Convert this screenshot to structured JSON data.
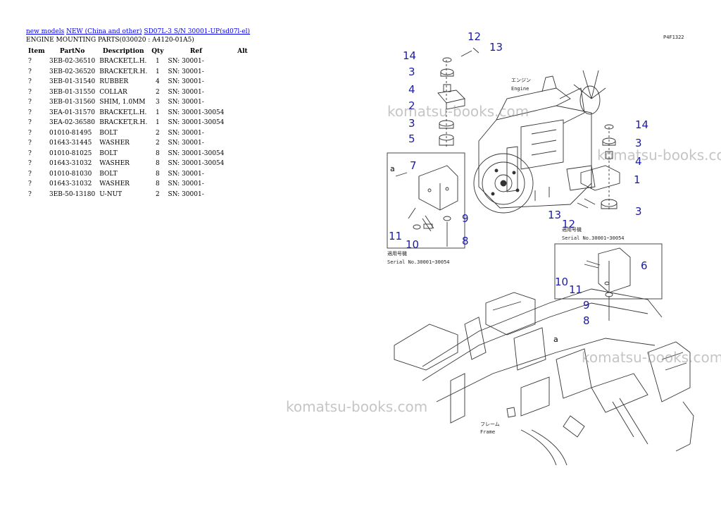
{
  "breadcrumb": {
    "link1": "new models",
    "link2": "NEW (China and other)",
    "link3": "SD07L-3 S/N 30001-UP(sd07l-el)"
  },
  "section_title": "ENGINE MOUNTING PARTS(030020 : A4120-01A5)",
  "table": {
    "headers": {
      "item": "Item",
      "partno": "PartNo",
      "description": "Description",
      "qty": "Qty",
      "ref": "Ref",
      "alt": "Alt"
    },
    "rows": [
      {
        "item": "?",
        "partno": "3EB-02-36510",
        "description": "BRACKET,L.H.",
        "qty": "1",
        "ref": "SN: 30001-",
        "alt": ""
      },
      {
        "item": "?",
        "partno": "3EB-02-36520",
        "description": "BRACKET,R.H.",
        "qty": "1",
        "ref": "SN: 30001-",
        "alt": ""
      },
      {
        "item": "?",
        "partno": "3EB-01-31540",
        "description": "RUBBER",
        "qty": "4",
        "ref": "SN: 30001-",
        "alt": ""
      },
      {
        "item": "?",
        "partno": "3EB-01-31550",
        "description": "COLLAR",
        "qty": "2",
        "ref": "SN: 30001-",
        "alt": ""
      },
      {
        "item": "?",
        "partno": "3EB-01-31560",
        "description": "SHIM, 1.0MM",
        "qty": "3",
        "ref": "SN: 30001-",
        "alt": ""
      },
      {
        "item": "?",
        "partno": "3EA-01-31570",
        "description": "BRACKET,L.H.",
        "qty": "1",
        "ref": "SN: 30001-30054",
        "alt": ""
      },
      {
        "item": "?",
        "partno": "3EA-02-36580",
        "description": "BRACKET,R.H.",
        "qty": "1",
        "ref": "SN: 30001-30054",
        "alt": ""
      },
      {
        "item": "?",
        "partno": "01010-81495",
        "description": "BOLT",
        "qty": "2",
        "ref": "SN: 30001-",
        "alt": ""
      },
      {
        "item": "?",
        "partno": "01643-31445",
        "description": "WASHER",
        "qty": "2",
        "ref": "SN: 30001-",
        "alt": ""
      },
      {
        "item": "?",
        "partno": "01010-81025",
        "description": "BOLT",
        "qty": "8",
        "ref": "SN: 30001-30054",
        "alt": ""
      },
      {
        "item": "?",
        "partno": "01643-31032",
        "description": "WASHER",
        "qty": "8",
        "ref": "SN: 30001-30054",
        "alt": ""
      },
      {
        "item": "?",
        "partno": "01010-81030",
        "description": "BOLT",
        "qty": "8",
        "ref": "SN: 30001-",
        "alt": ""
      },
      {
        "item": "?",
        "partno": "01643-31032",
        "description": "WASHER",
        "qty": "8",
        "ref": "SN: 30001-",
        "alt": ""
      },
      {
        "item": "?",
        "partno": "3EB-50-13180",
        "description": "U-NUT",
        "qty": "2",
        "ref": "SN: 30001-",
        "alt": ""
      }
    ]
  },
  "diagram": {
    "page_code": "P4F1322",
    "label_engine_jp": "エンジン",
    "label_engine_en": "Engine",
    "label_frame_jp": "フレーム",
    "label_frame_en": "Frame",
    "serial_jp": "適用号機",
    "serial_left": "Serial No.30001~30054",
    "serial_right": "Serial No.30001~30054",
    "detail_letter": "a",
    "callouts": [
      "1",
      "2",
      "3",
      "4",
      "5",
      "6",
      "7",
      "8",
      "9",
      "10",
      "11",
      "12",
      "13",
      "14"
    ],
    "accent_color": "#1a1aa6"
  },
  "watermark": "komatsu-books.com"
}
